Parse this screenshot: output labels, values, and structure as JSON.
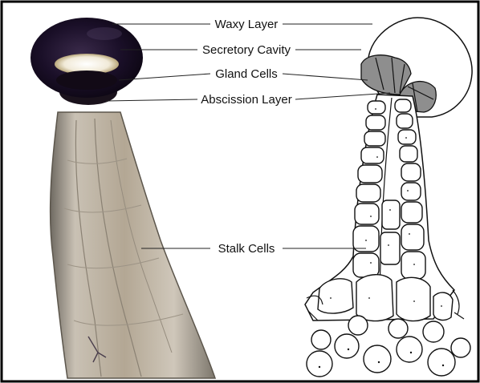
{
  "labels": {
    "waxy_layer": "Waxy Layer",
    "secretory_cavity": "Secretory Cavity",
    "gland_cells": "Gland Cells",
    "abscission_layer": "Abscission Layer",
    "stalk_cells": "Stalk Cells"
  },
  "colors": {
    "background": "#ffffff",
    "frame": "#000000",
    "photo_stalk": "#b8ae9e",
    "photo_head": "#1c1028",
    "line_art": "#111111"
  }
}
